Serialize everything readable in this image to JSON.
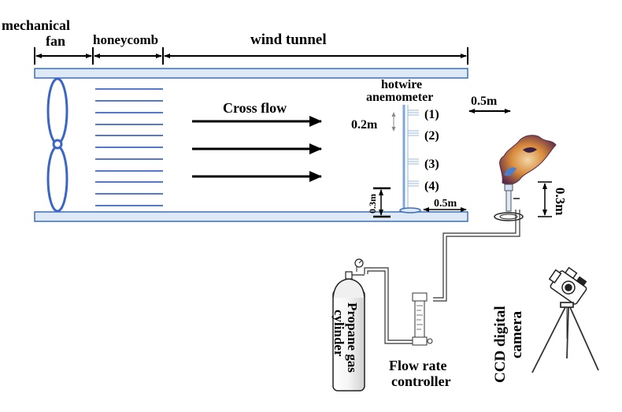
{
  "labels": {
    "fan": [
      "mechanical",
      "fan"
    ],
    "honeycomb": "honeycomb",
    "wind_tunnel": "wind tunnel",
    "cross_flow": "Cross flow",
    "hotwire": [
      "hotwire",
      "anemometer"
    ],
    "probe_points": [
      "(1)",
      "(2)",
      "(3)",
      "(4)"
    ],
    "spacing_02": "0.2m",
    "height_left": "0.3m",
    "dist_bottom": "0.5m",
    "dist_top": "0.5m",
    "height_right": "0.3m",
    "cylinder": [
      "Propane gas",
      "cylinder"
    ],
    "controller": [
      "Flow rate",
      "controller"
    ],
    "camera": [
      "CCD digital",
      "camera"
    ]
  },
  "colors": {
    "duct_fill": "#dde9f7",
    "duct_stroke": "#3f6fb5",
    "fan_blue": "#3b66c4",
    "honeycomb_blue": "#3f64c6",
    "probe_blue": "#7ea8d8",
    "flame_dark": "#5a2a4a",
    "flame_orange": "#d88a3a",
    "flame_blue": "#4a7fd0"
  },
  "icons": [
    "fan-icon",
    "honeycomb-icon",
    "probe-icon",
    "burner-icon",
    "flame-icon",
    "cylinder-icon",
    "pressure-gauge-icon",
    "flowmeter-icon",
    "camera-icon",
    "tripod-icon"
  ]
}
